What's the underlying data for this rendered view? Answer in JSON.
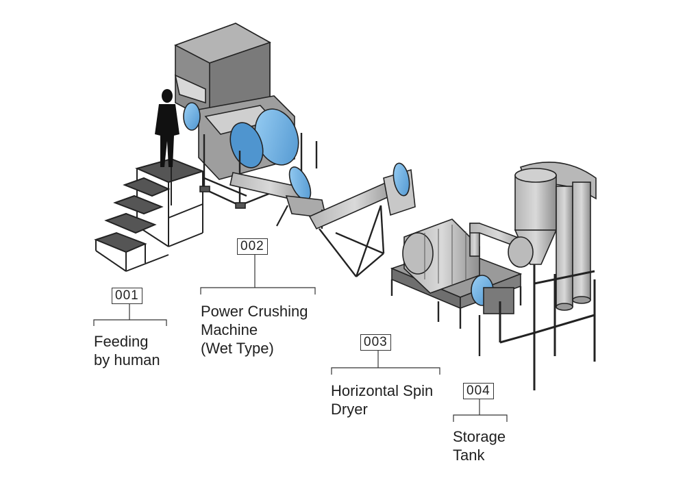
{
  "callouts": [
    {
      "id": "feeding",
      "number": "001",
      "lines": [
        "Feeding",
        "by human"
      ]
    },
    {
      "id": "crusher",
      "number": "002",
      "lines": [
        "Power Crushing",
        "Machine",
        "(Wet Type)"
      ]
    },
    {
      "id": "dryer",
      "number": "003",
      "lines": [
        "Horizontal Spin",
        "Dryer"
      ]
    },
    {
      "id": "tank",
      "number": "004",
      "lines": [
        "Storage",
        "Tank"
      ]
    }
  ],
  "colors": {
    "steel_light": "#c9c9c9",
    "steel_mid": "#9a9a9a",
    "steel_dark": "#6e6e6e",
    "outline": "#222222",
    "motor_blue": "#6fb3e6",
    "frame_dark": "#4a4a4a",
    "person": "#111111"
  }
}
